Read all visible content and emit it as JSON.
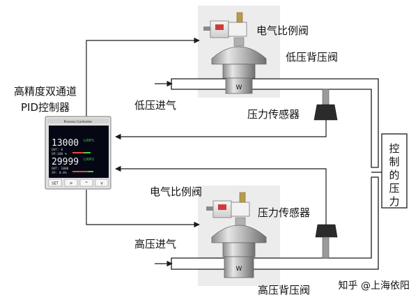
{
  "controller": {
    "title_line1": "高精度双通道",
    "title_line2": "PID控制器",
    "header": "Process Controller",
    "pv1": "13000",
    "loop1_tag": "LOOP1",
    "sub1a": "OUT: 0",
    "sub1b": "SP:100 %",
    "pv2": "29999",
    "loop2_tag": "LOOP2",
    "sub2a": "OUT: 1000",
    "sub2b": "SP: 0.0%",
    "btn_set": "SET",
    "btn_right": ">",
    "btn_up": "^",
    "btn_down": "v"
  },
  "labels": {
    "top_proportional_valve": "电气比例阀",
    "low_back_pressure_valve": "低压背压阀",
    "low_pressure_inlet": "低压进气",
    "pressure_sensor_top": "压力传感器",
    "bottom_proportional_valve": "电气比例阀",
    "pressure_sensor_bottom": "压力传感器",
    "high_pressure_inlet": "高压进气",
    "high_back_pressure_valve": "高压背压阀",
    "control_pressure": [
      "控",
      "制",
      "的",
      "压",
      "力"
    ],
    "watermark": "知乎 @上海依阳"
  },
  "colors": {
    "line": "#1a1a1a",
    "screen_bg": "#050814",
    "value_text": "#f2f2f2",
    "accent_green": "#4bd04b",
    "accent_red": "#e34b3a",
    "valve_backdrop": "#e9e9e9"
  }
}
